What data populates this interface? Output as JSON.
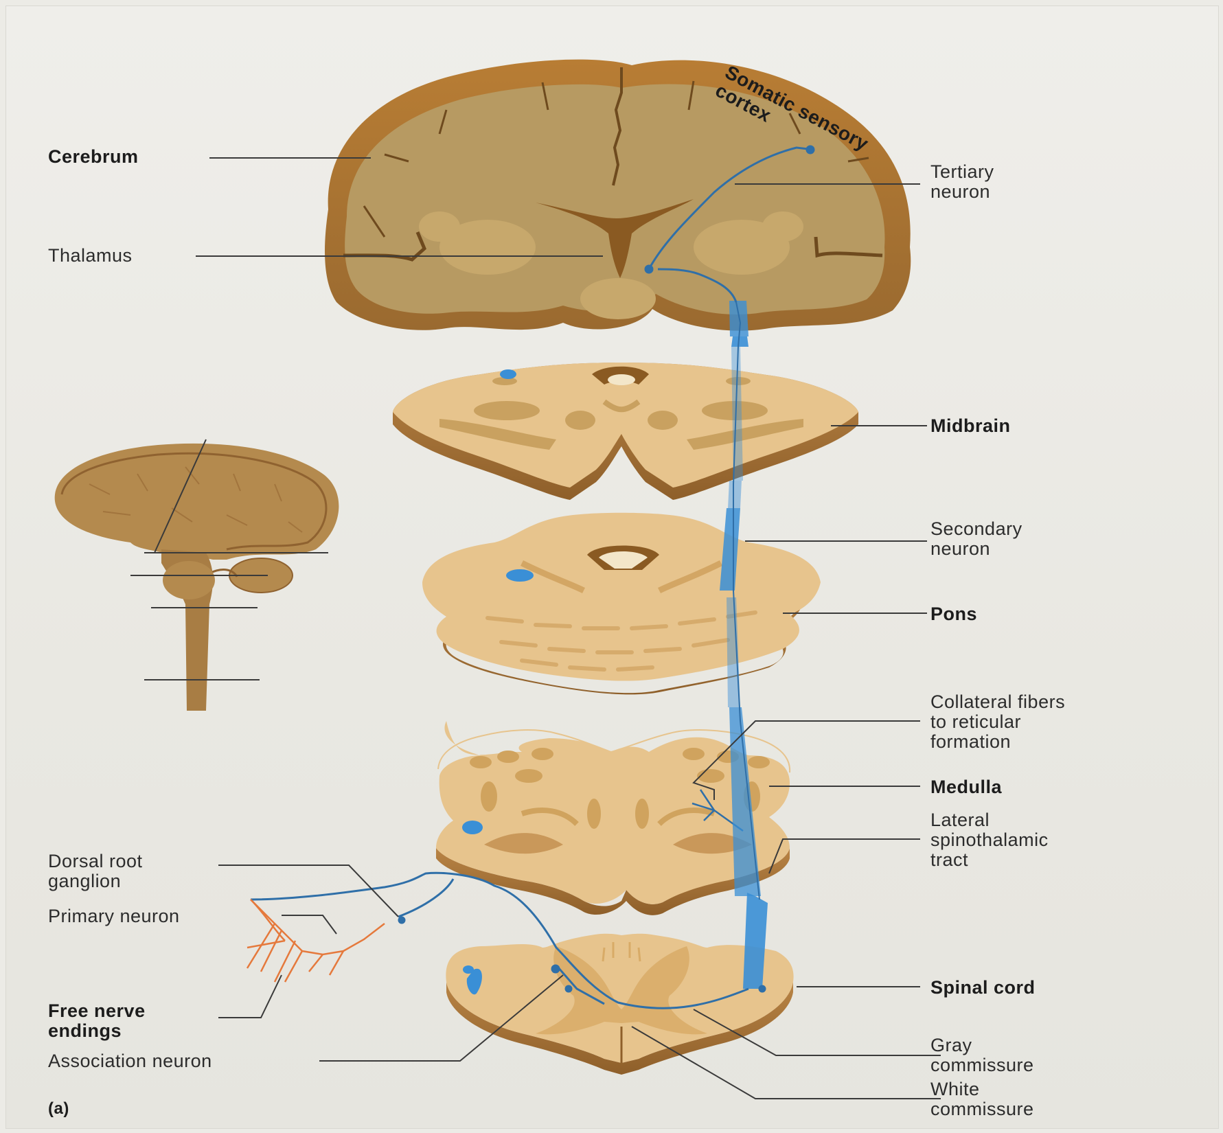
{
  "labels": {
    "somatic_sensory_cortex": "Somatic sensory\ncortex",
    "cerebrum": "Cerebrum",
    "thalamus": "Thalamus",
    "tertiary_neuron": "Tertiary\nneuron",
    "midbrain": "Midbrain",
    "secondary_neuron": "Secondary\nneuron",
    "pons": "Pons",
    "collateral_fibers": "Collateral fibers\nto reticular\nformation",
    "medulla": "Medulla",
    "lateral_spinothalamic_tract": "Lateral\nspinothalamic\ntract",
    "dorsal_root_ganglion": "Dorsal root\nganglion",
    "primary_neuron": "Primary neuron",
    "free_nerve_endings": "Free nerve\nendings",
    "association_neuron": "Association neuron",
    "spinal_cord": "Spinal cord",
    "gray_commissure": "Gray\ncommissure",
    "white_commissure": "White\ncommissure",
    "panel_letter": "(a)"
  },
  "colors": {
    "pathway": "#3a8fd6",
    "tissue_light": "#e7c48d",
    "tissue_dark": "#c79a56",
    "cerebrum_gray": "#b79a62",
    "leader_line": "#3a3a3a"
  }
}
